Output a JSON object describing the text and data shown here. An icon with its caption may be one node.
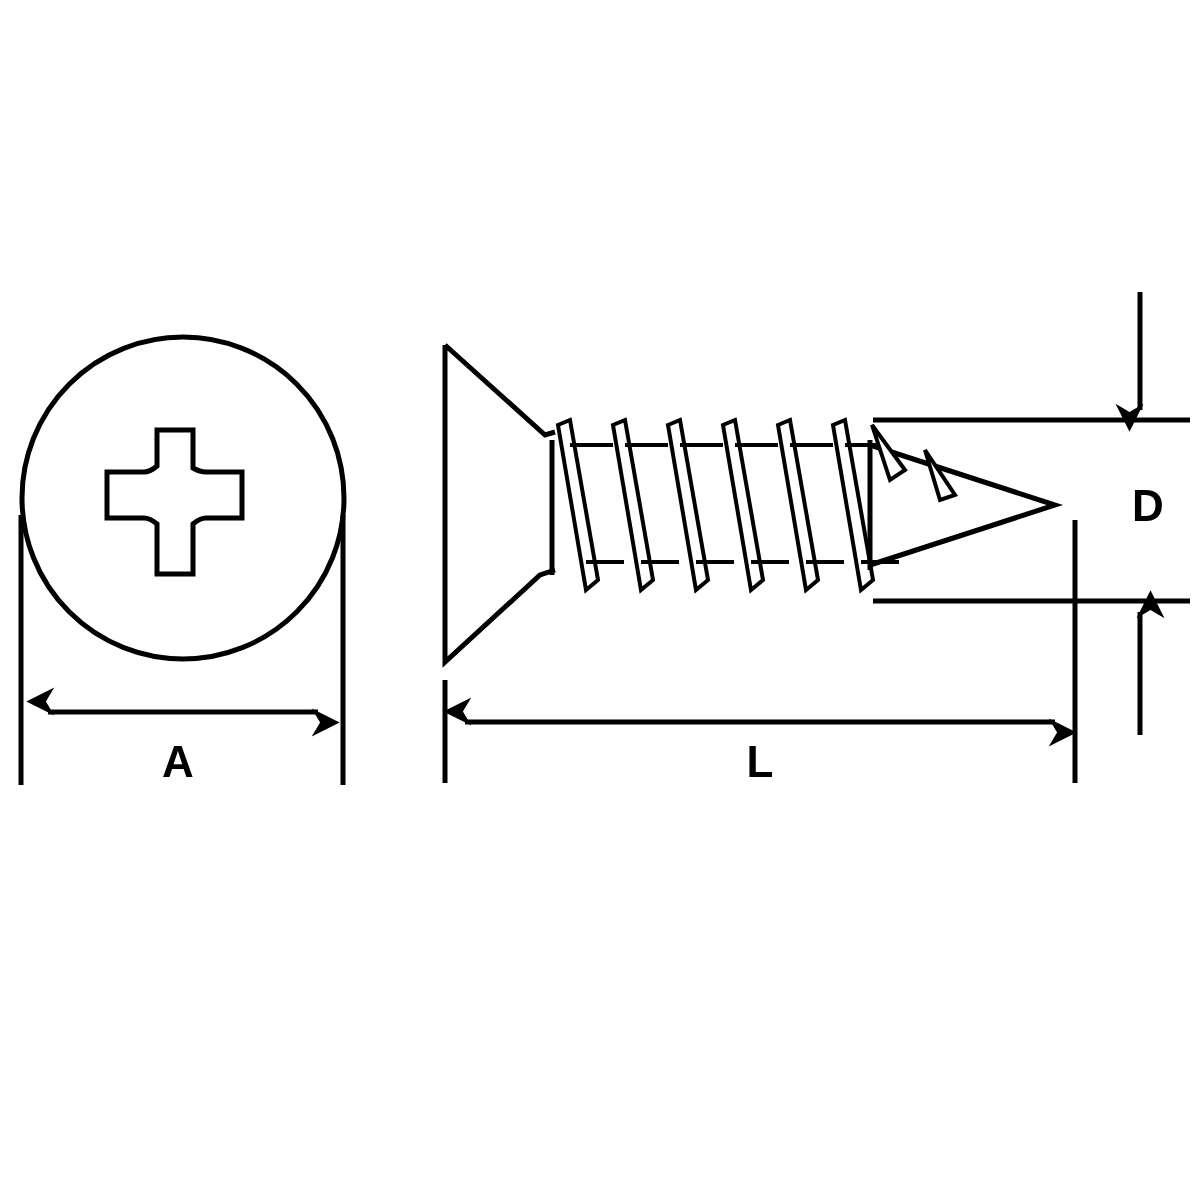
{
  "diagram": {
    "labels": [
      "D",
      "A",
      "L"
    ]
  }
}
